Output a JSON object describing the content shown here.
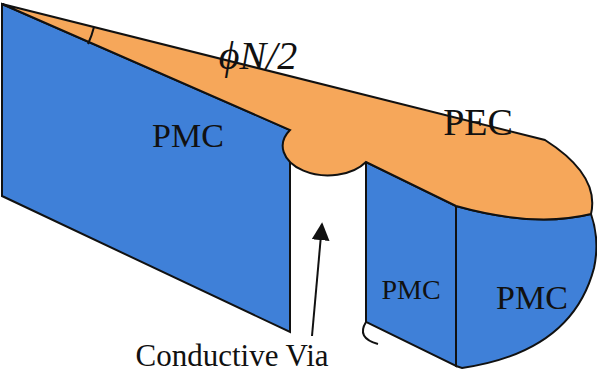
{
  "diagram": {
    "labels": [
      "ϕN/2",
      "PEC",
      "PMC",
      "PMC",
      "PMC",
      "Conductive Via"
    ]
  }
}
